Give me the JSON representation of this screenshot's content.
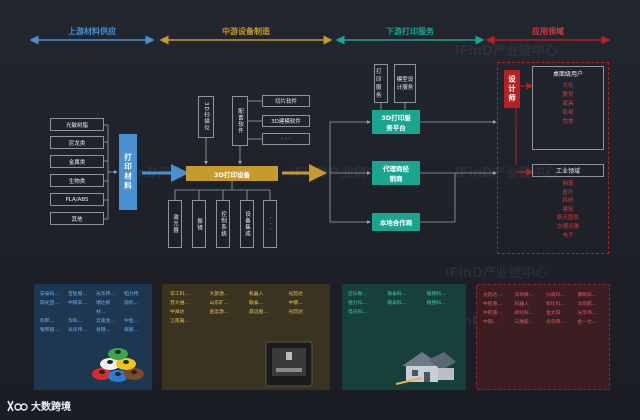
{
  "headers": {
    "upstream": "上游材料供应",
    "midstream": "中游设备制造",
    "downstream": "下游打印服务",
    "application": "应用领域"
  },
  "materials": {
    "items": [
      "光敏树脂",
      "尼龙类",
      "金属类",
      "生物类",
      "PLA/ABS",
      "其他"
    ],
    "title": "打印材料"
  },
  "equipment": {
    "scanner": "3D扫描仪",
    "software_group": "配套软件",
    "software": [
      "切片软件",
      "3D建模软件",
      "· · ·"
    ],
    "printer": "3D打印设备",
    "components": [
      "激光器",
      "振镜",
      "控制系统",
      "设备集成",
      "· · ·"
    ]
  },
  "services": {
    "print_service": "打印服务",
    "model_design": "模型设计服务",
    "platform": "3D打印服务平台",
    "agents": "代理商经销商",
    "local": "本地合作商"
  },
  "application": {
    "designer": "设计师",
    "desktop_title": "桌面级用户",
    "desktop_items": [
      "文化",
      "教育",
      "家具",
      "影视",
      "饮食"
    ],
    "industrial_title": "工业领域",
    "industrial_items": [
      "制造",
      "医疗",
      "科研",
      "建筑",
      "航天国防",
      "交通运输",
      "电子",
      "· · ·"
    ]
  },
  "companies": {
    "materials": [
      "安泰科...",
      "宝钛股...",
      "光华伟...",
      "铂力特",
      "阳光塑...",
      "中研非...",
      "瑞达新材...",
      "观机...",
      "和邦...",
      "华科...",
      "云南金...",
      "中金...",
      "银邦股...",
      "光华伟...",
      "易键...",
      "保丽..."
    ],
    "equipment": [
      "华工科...",
      "大族激...",
      "机器人",
      "光韵达",
      "苏大维...",
      "山东矿...",
      "联泰...",
      "中钢...",
      "中海达",
      "金运激...",
      "森远股...",
      "光韵达",
      "江南嘉..."
    ],
    "services": [
      "迈乐数...",
      "联泰科...",
      "银禧科...",
      "恒力科...",
      "联泰科...",
      "银禧科...",
      "电光科..."
    ],
    "applications": [
      "光韵达...",
      "深圳数...",
      "兴森科...",
      "康缘科...",
      "中航重...",
      "机器人",
      "新纶科...",
      "深圳航...",
      "中航重...",
      "新纶科...",
      "金太阳",
      "光华伟...",
      "中钢...",
      "三维股...",
      "光华伟...",
      "金一文..."
    ]
  },
  "watermark": "iFinD产业链中心",
  "logo": "大数跨境",
  "colors": {
    "upstream": "#4a91d4",
    "midstream": "#c69a2b",
    "downstream": "#1aa591",
    "application": "#b52024"
  }
}
